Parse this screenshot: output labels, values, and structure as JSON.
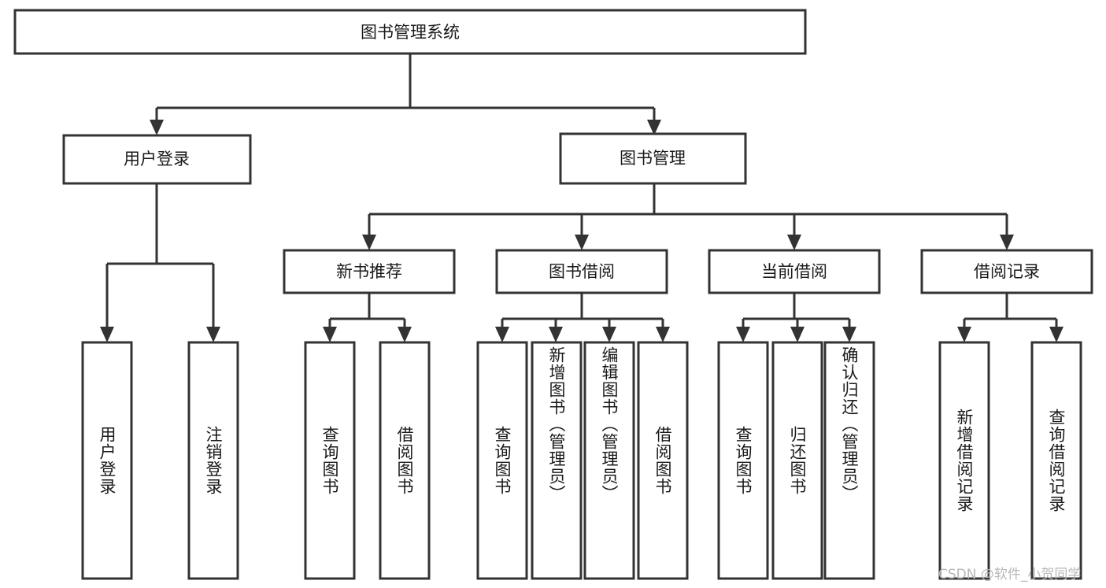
{
  "diagram": {
    "title": "图书管理系统",
    "type": "tree",
    "background_color": "#ffffff",
    "stroke_color": "#333333",
    "text_color": "#1a1a1a",
    "root": {
      "label": "图书管理系统"
    },
    "level1": [
      {
        "label": "用户登录"
      },
      {
        "label": "图书管理"
      }
    ],
    "level2": [
      {
        "label": "新书推荐"
      },
      {
        "label": "图书借阅"
      },
      {
        "label": "当前借阅"
      },
      {
        "label": "借阅记录"
      }
    ],
    "leaves": {
      "user_login": [
        {
          "label": "用户登录"
        },
        {
          "label": "注销登录"
        }
      ],
      "new_book_recommend": [
        {
          "label": "查询图书"
        },
        {
          "label": "借阅图书"
        }
      ],
      "book_borrow": [
        {
          "label": "查询图书"
        },
        {
          "label": "新增图书（管理员）"
        },
        {
          "label": "编辑图书（管理员）"
        },
        {
          "label": "借阅图书"
        }
      ],
      "current_borrow": [
        {
          "label": "查询图书"
        },
        {
          "label": "归还图书"
        },
        {
          "label": "确认归还（管理员）"
        }
      ],
      "borrow_record": [
        {
          "label": "新增借阅记录"
        },
        {
          "label": "查询借阅记录"
        }
      ]
    }
  },
  "watermark": {
    "text": "CSDN @软件_小贺同学"
  }
}
